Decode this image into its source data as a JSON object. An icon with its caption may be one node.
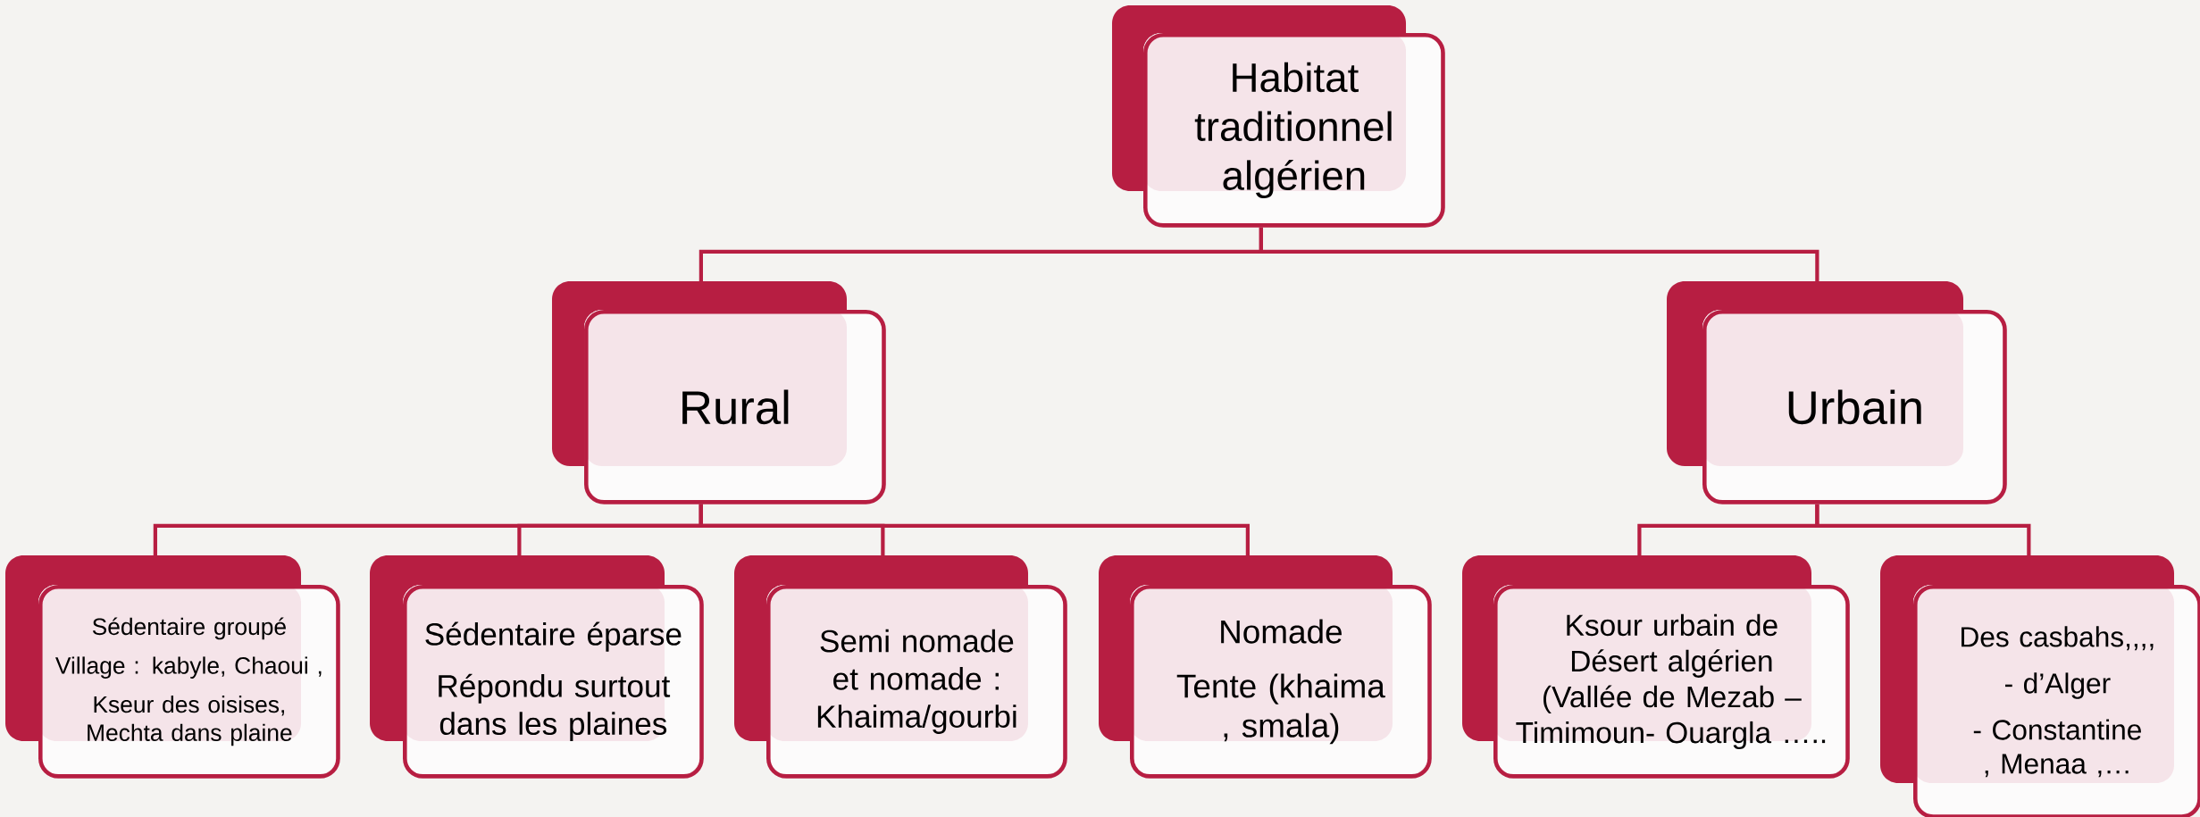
{
  "diagram": {
    "nodes": [
      {
        "text": [
          "Habitat traditionnel algérien"
        ]
      },
      {
        "text": [
          "Rural"
        ]
      },
      {
        "text": [
          "Urbain"
        ]
      },
      {
        "text": [
          "Sédentaire groupé",
          "Village : kabyle, Chaoui ,",
          "Kseur des oisises, Mechta dans  plaine"
        ]
      },
      {
        "text": [
          "Sédentaire éparse",
          "Répondu surtout dans les plaines"
        ]
      },
      {
        "text": [
          "Semi nomade et nomade : Khaima/gourbi"
        ]
      },
      {
        "text": [
          "Nomade",
          "Tente (khaima , smala)"
        ]
      },
      {
        "text": [
          "Ksour urbain de Désert algérien (Vallée de Mezab –Timimoun- Ouargla ….."
        ]
      },
      {
        "text": [
          "Des casbahs,,,,",
          "- d’Alger",
          "- Constantine , Menaa ,…"
        ]
      }
    ],
    "edges": [
      {
        "from": 0,
        "to": 1,
        "arrow": "none"
      },
      {
        "from": 0,
        "to": 2,
        "arrow": "none"
      },
      {
        "from": 1,
        "to": 3,
        "arrow": "none"
      },
      {
        "from": 1,
        "to": 4,
        "arrow": "none"
      },
      {
        "from": 1,
        "to": 5,
        "arrow": "none"
      },
      {
        "from": 1,
        "to": 6,
        "arrow": "none"
      },
      {
        "from": 2,
        "to": 7,
        "arrow": "none"
      },
      {
        "from": 2,
        "to": 8,
        "arrow": "none"
      }
    ]
  }
}
